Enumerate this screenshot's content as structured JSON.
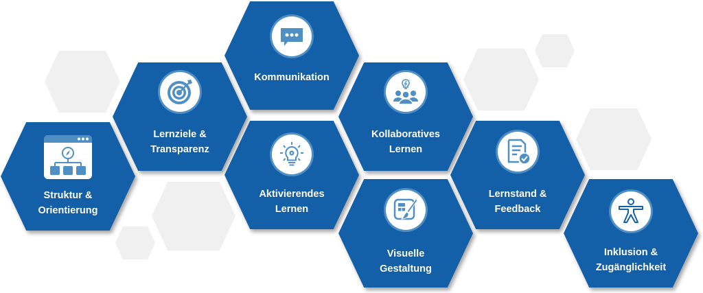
{
  "diagram": {
    "colors": {
      "hex_fill": "#1460a8",
      "icon_accent": "#4f8fc4",
      "icon_bg": "#ffffff",
      "decor_hex": "#f0f0f0",
      "label": "#ffffff"
    },
    "nodes": [
      {
        "id": "struktur",
        "line1": "Struktur &",
        "line2": "Orientierung",
        "icon": "sitemap-compass-icon"
      },
      {
        "id": "lernziele",
        "line1": "Lernziele &",
        "line2": "Transparenz",
        "icon": "target-icon"
      },
      {
        "id": "kommunikation",
        "line1": "Kommunikation",
        "line2": "",
        "icon": "chat-bubble-icon"
      },
      {
        "id": "aktivierendes",
        "line1": "Aktivierendes",
        "line2": "Lernen",
        "icon": "lightbulb-gear-icon"
      },
      {
        "id": "kollaboratives",
        "line1": "Kollaboratives",
        "line2": "Lernen",
        "icon": "group-idea-icon"
      },
      {
        "id": "visuelle",
        "line1": "Visuelle",
        "line2": "Gestaltung",
        "icon": "design-brush-icon"
      },
      {
        "id": "lernstand",
        "line1": "Lernstand &",
        "line2": "Feedback",
        "icon": "document-check-icon"
      },
      {
        "id": "inklusion",
        "line1": "Inklusion &",
        "line2": "Zugänglichkeit",
        "icon": "accessibility-icon"
      }
    ]
  }
}
